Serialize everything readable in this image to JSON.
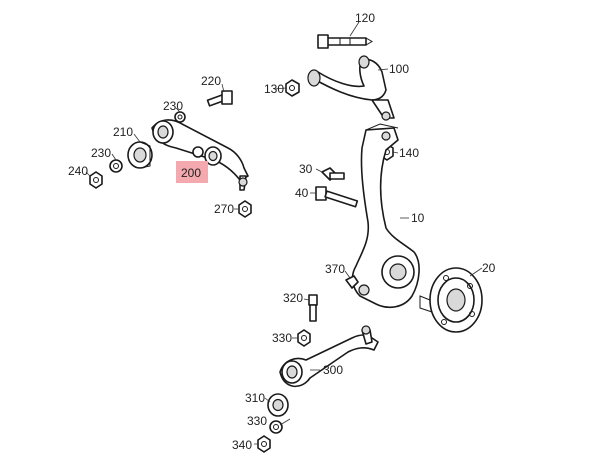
{
  "highlight": {
    "label": "200",
    "color": "#f3a9ad"
  },
  "callouts": {
    "c120": "120",
    "c100": "100",
    "c130": "130",
    "c220": "220",
    "c230a": "230",
    "c210": "210",
    "c230b": "230",
    "c240": "240",
    "c270": "270",
    "c140": "140",
    "c30": "30",
    "c40": "40",
    "c10": "10",
    "c370": "370",
    "c20": "20",
    "c320": "320",
    "c330a": "330",
    "c300": "300",
    "c310": "310",
    "c330b": "330",
    "c340": "340"
  }
}
